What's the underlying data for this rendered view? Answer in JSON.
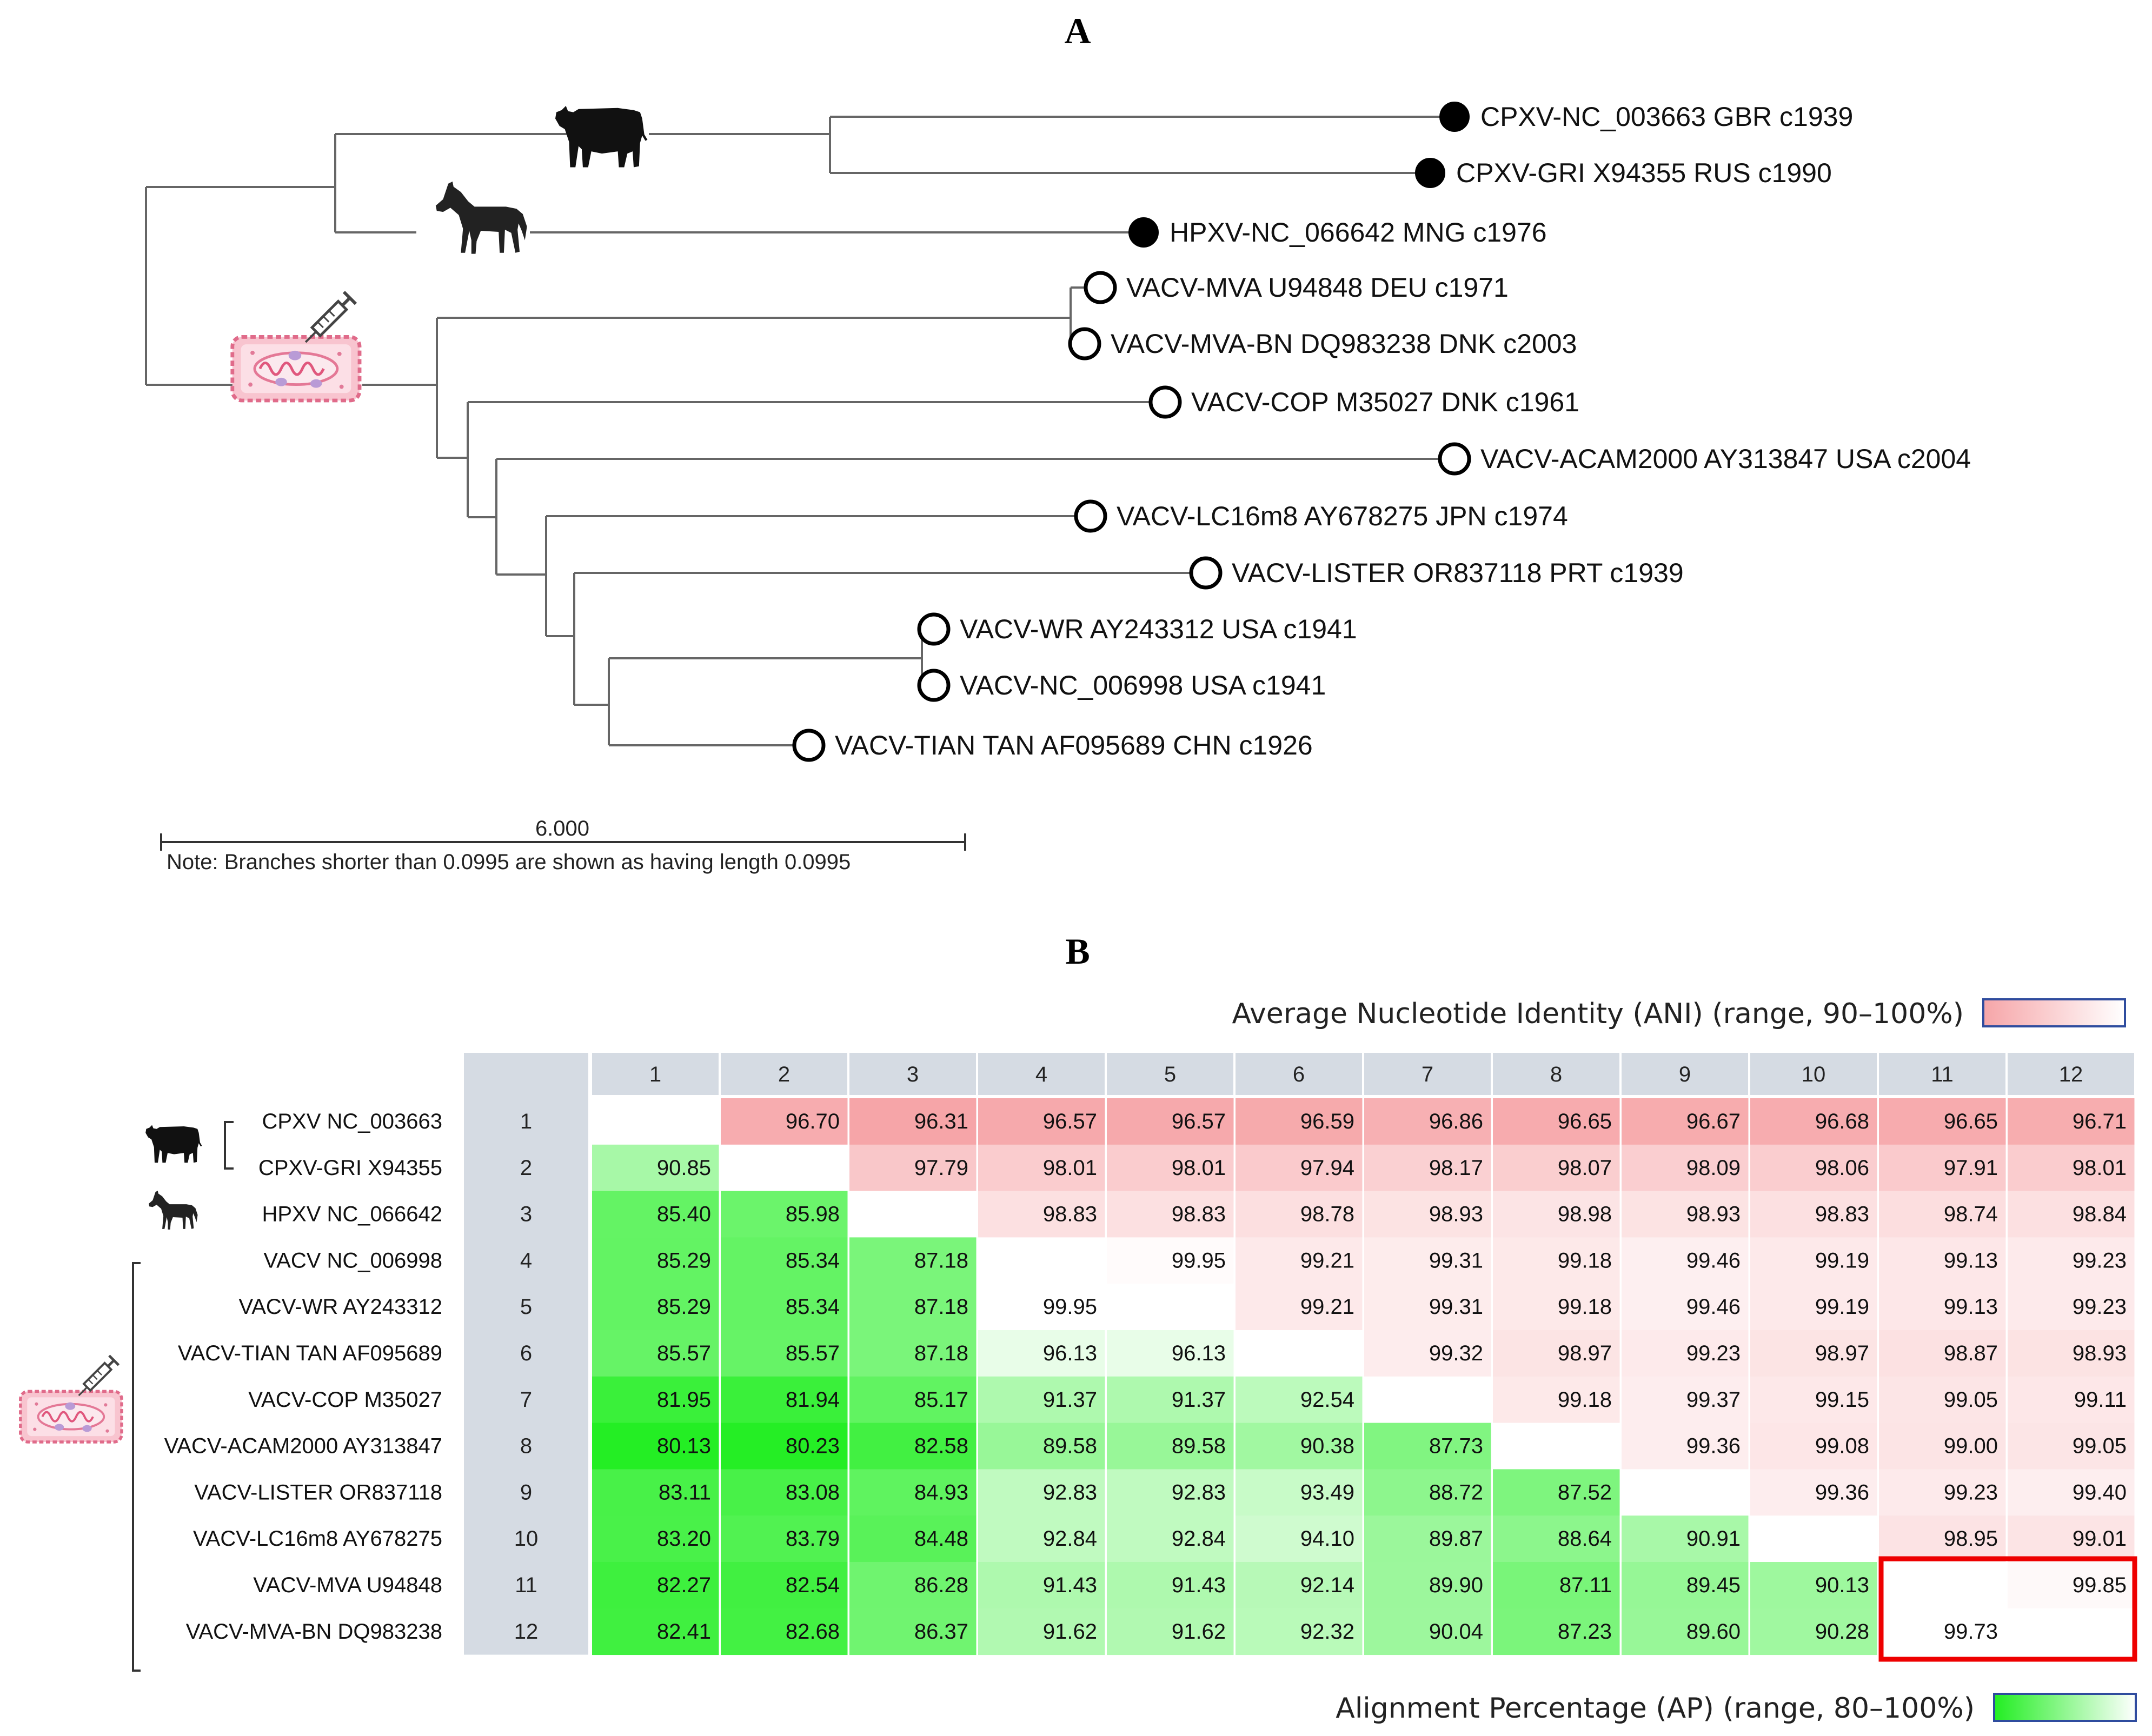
{
  "panel_a": {
    "label": "A",
    "scale_value": "6.000",
    "note": "Note: Branches shorter than 0.0995 are shown as having length 0.0995",
    "leaves": [
      {
        "label": "CPXV-NC_003663 GBR c1939",
        "marker": "filled"
      },
      {
        "label": "CPXV-GRI X94355 RUS c1990",
        "marker": "filled"
      },
      {
        "label": "HPXV-NC_066642 MNG c1976",
        "marker": "filled"
      },
      {
        "label": "VACV-MVA U94848 DEU c1971",
        "marker": "open"
      },
      {
        "label": "VACV-MVA-BN DQ983238 DNK c2003",
        "marker": "open"
      },
      {
        "label": "VACV-COP M35027 DNK c1961",
        "marker": "open"
      },
      {
        "label": "VACV-ACAM2000 AY313847 USA c2004",
        "marker": "open"
      },
      {
        "label": "VACV-LC16m8 AY678275 JPN c1974",
        "marker": "open"
      },
      {
        "label": "VACV-LISTER OR837118 PRT c1939",
        "marker": "open"
      },
      {
        "label": "VACV-WR AY243312 USA c1941",
        "marker": "open"
      },
      {
        "label": "VACV-NC_006998 USA c1941",
        "marker": "open"
      },
      {
        "label": "VACV-TIAN TAN AF095689 CHN c1926",
        "marker": "open"
      }
    ],
    "icons": [
      "cow-icon",
      "horse-icon",
      "vaccine-cell-icon"
    ]
  },
  "panel_b": {
    "label": "B",
    "ani_legend": "Average Nucleotide Identity (ANI) (range, 90–100%)",
    "ap_legend": "Alignment Percentage (AP) (range, 80–100%)",
    "colors": {
      "ani_strong": "#f6a5a8",
      "ap_strong": "#22ee22",
      "header_bg": "#d5dbe3",
      "highlight": "#ee0000"
    },
    "columns": [
      "1",
      "2",
      "3",
      "4",
      "5",
      "6",
      "7",
      "8",
      "9",
      "10",
      "11",
      "12"
    ],
    "rows": [
      {
        "name": "CPXV NC_003663",
        "index": "1",
        "values": [
          "",
          "96.70",
          "96.31",
          "96.57",
          "96.57",
          "96.59",
          "96.86",
          "96.65",
          "96.67",
          "96.68",
          "96.65",
          "96.71"
        ]
      },
      {
        "name": "CPXV-GRI X94355",
        "index": "2",
        "values": [
          "90.85",
          "",
          "97.79",
          "98.01",
          "98.01",
          "97.94",
          "98.17",
          "98.07",
          "98.09",
          "98.06",
          "97.91",
          "98.01"
        ]
      },
      {
        "name": "HPXV NC_066642",
        "index": "3",
        "values": [
          "85.40",
          "85.98",
          "",
          "98.83",
          "98.83",
          "98.78",
          "98.93",
          "98.98",
          "98.93",
          "98.83",
          "98.74",
          "98.84"
        ]
      },
      {
        "name": "VACV NC_006998",
        "index": "4",
        "values": [
          "85.29",
          "85.34",
          "87.18",
          "",
          "99.95",
          "99.21",
          "99.31",
          "99.18",
          "99.46",
          "99.19",
          "99.13",
          "99.23"
        ]
      },
      {
        "name": "VACV-WR AY243312",
        "index": "5",
        "values": [
          "85.29",
          "85.34",
          "87.18",
          "99.95",
          "",
          "99.21",
          "99.31",
          "99.18",
          "99.46",
          "99.19",
          "99.13",
          "99.23"
        ]
      },
      {
        "name": "VACV-TIAN TAN AF095689",
        "index": "6",
        "values": [
          "85.57",
          "85.57",
          "87.18",
          "96.13",
          "96.13",
          "",
          "99.32",
          "98.97",
          "99.23",
          "98.97",
          "98.87",
          "98.93"
        ]
      },
      {
        "name": "VACV-COP M35027",
        "index": "7",
        "values": [
          "81.95",
          "81.94",
          "85.17",
          "91.37",
          "91.37",
          "92.54",
          "",
          "99.18",
          "99.37",
          "99.15",
          "99.05",
          "99.11"
        ]
      },
      {
        "name": "VACV-ACAM2000 AY313847",
        "index": "8",
        "values": [
          "80.13",
          "80.23",
          "82.58",
          "89.58",
          "89.58",
          "90.38",
          "87.73",
          "",
          "99.36",
          "99.08",
          "99.00",
          "99.05"
        ]
      },
      {
        "name": "VACV-LISTER OR837118",
        "index": "9",
        "values": [
          "83.11",
          "83.08",
          "84.93",
          "92.83",
          "92.83",
          "93.49",
          "88.72",
          "87.52",
          "",
          "99.36",
          "99.23",
          "99.40"
        ]
      },
      {
        "name": "VACV-LC16m8 AY678275",
        "index": "10",
        "values": [
          "83.20",
          "83.79",
          "84.48",
          "92.84",
          "92.84",
          "94.10",
          "89.87",
          "88.64",
          "90.91",
          "",
          "98.95",
          "99.01"
        ]
      },
      {
        "name": "VACV-MVA U94848",
        "index": "11",
        "values": [
          "82.27",
          "82.54",
          "86.28",
          "91.43",
          "91.43",
          "92.14",
          "89.90",
          "87.11",
          "89.45",
          "90.13",
          "",
          "99.85"
        ]
      },
      {
        "name": "VACV-MVA-BN DQ983238",
        "index": "12",
        "values": [
          "82.41",
          "82.68",
          "86.37",
          "91.62",
          "91.62",
          "92.32",
          "90.04",
          "87.23",
          "89.60",
          "90.28",
          "99.73",
          ""
        ]
      }
    ]
  }
}
